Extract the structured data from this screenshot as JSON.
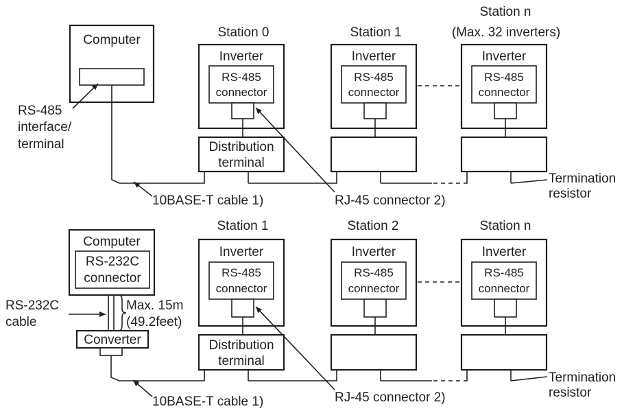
{
  "top": {
    "computer_label": "Computer",
    "rs485_interface_lines": [
      "RS-485",
      "interface/",
      "terminal"
    ],
    "station_0": "Station 0",
    "station_1": "Station 1",
    "station_n": "Station n",
    "max_inverters": "(Max. 32 inverters)",
    "inverter_label": "Inverter",
    "rs485_line1": "RS-485",
    "rs485_line2": "connector",
    "distribution_line1": "Distribution",
    "distribution_line2": "terminal",
    "cable_label": "10BASE-T cable 1)",
    "rj45_label": "RJ-45 connector 2)",
    "termination_line1": "Termination",
    "termination_line2": "resistor"
  },
  "bottom": {
    "computer_label": "Computer",
    "rs232c_line1": "RS-232C",
    "rs232c_line2": "connector",
    "rs232c_cable_line1": "RS-232C",
    "rs232c_cable_line2": "cable",
    "max_length_line1": "Max. 15m",
    "max_length_line2": "(49.2feet)",
    "converter_label": "Converter",
    "station_1": "Station 1",
    "station_2": "Station 2",
    "station_n": "Station n",
    "inverter_label": "Inverter",
    "rs485_line1": "RS-485",
    "rs485_line2": "connector",
    "distribution_line1": "Distribution",
    "distribution_line2": "terminal",
    "cable_label": "10BASE-T cable 1)",
    "rj45_label": "RJ-45 connector 2)",
    "termination_line1": "Termination",
    "termination_line2": "resistor"
  }
}
